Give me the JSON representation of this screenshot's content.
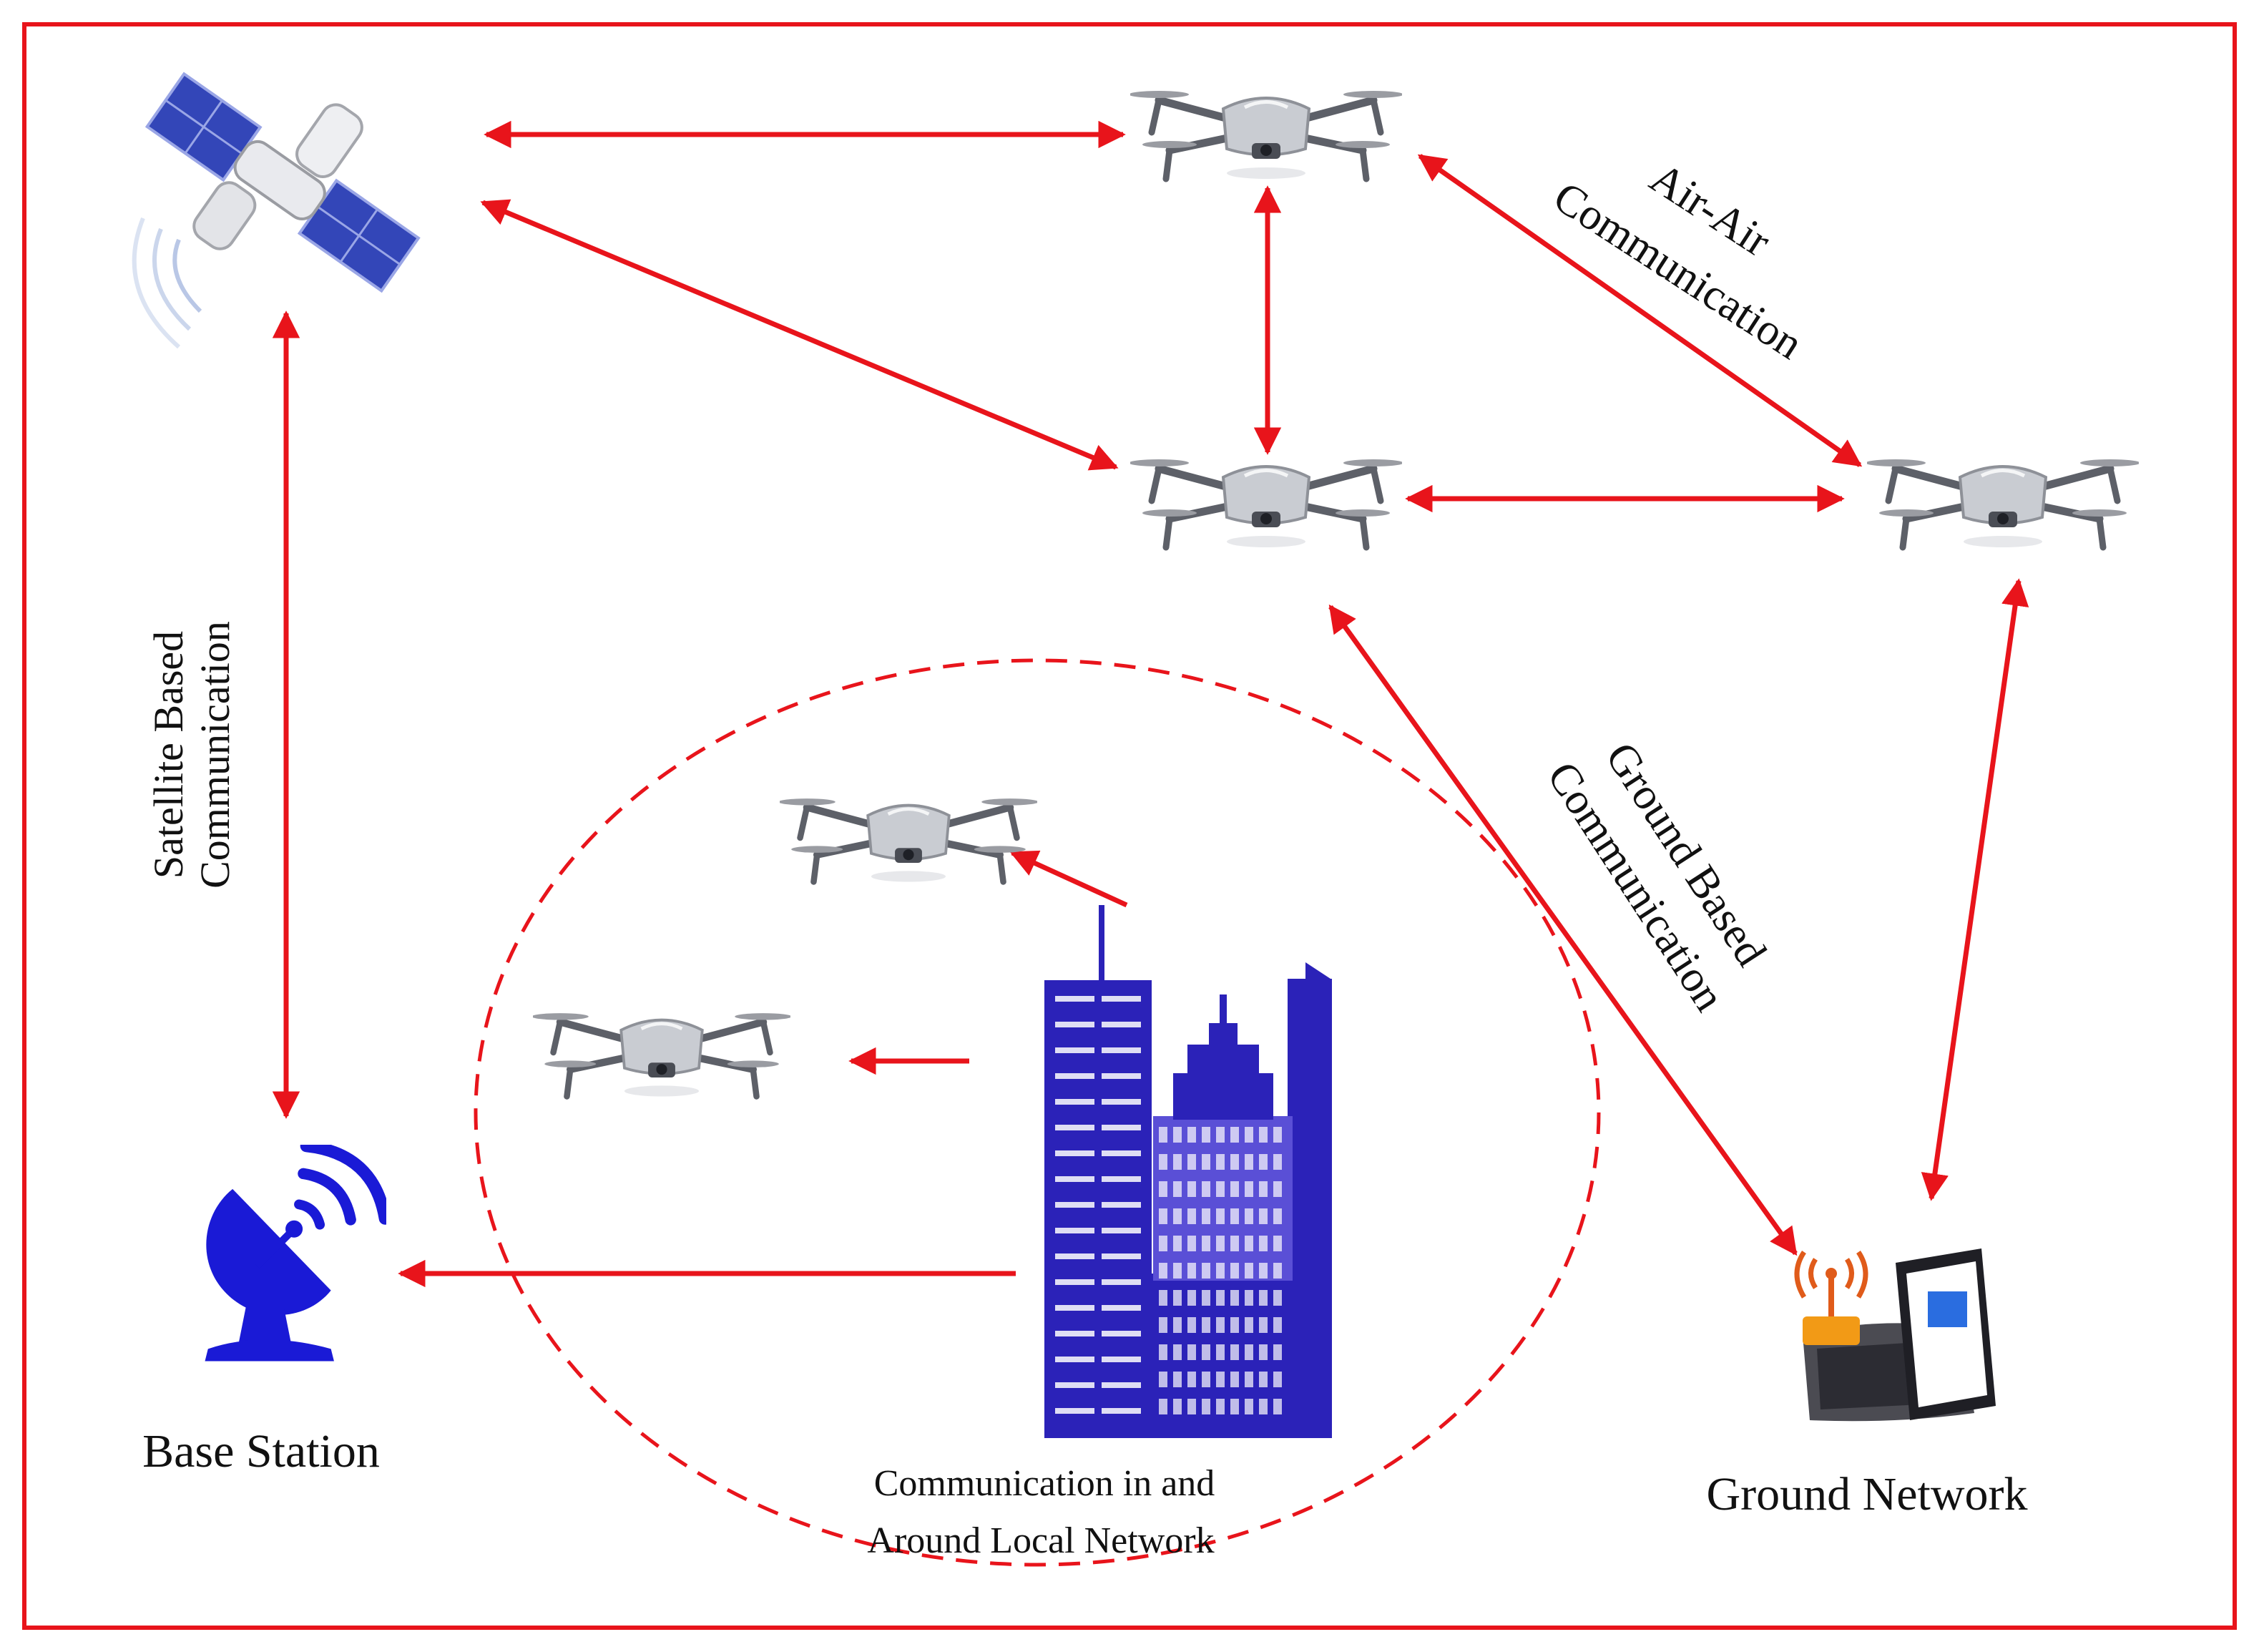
{
  "colors": {
    "link": "#e8141b",
    "frame": "#e8141b",
    "building": "#2b22b8",
    "dish": "#1a1ad6",
    "solar_panel": "#3346b8",
    "drone_body": "#c9ccd2",
    "drone_arm": "#5d6068"
  },
  "labels": {
    "air_air_line1": "Air-Air",
    "air_air_line2": "Communication",
    "satellite_line1": "Satellite Based",
    "satellite_line2": "Communication",
    "ground_line1": "Ground Based",
    "ground_line2": "Communication",
    "base_station": "Base Station",
    "ground_network": "Ground Network",
    "local_line1": "Communication in and",
    "local_line2": "Around Local Network"
  },
  "nodes": [
    {
      "id": "satellite",
      "icon": "satellite-icon"
    },
    {
      "id": "drone-top",
      "icon": "drone-icon"
    },
    {
      "id": "drone-middle",
      "icon": "drone-icon"
    },
    {
      "id": "drone-right",
      "icon": "drone-icon"
    },
    {
      "id": "drone-local-1",
      "icon": "drone-icon"
    },
    {
      "id": "drone-local-2",
      "icon": "drone-icon"
    },
    {
      "id": "base-station",
      "icon": "satellite-dish-icon"
    },
    {
      "id": "ground-network",
      "icon": "laptop-wifi-icon"
    },
    {
      "id": "local-buildings",
      "icon": "skyscraper-icon"
    }
  ],
  "links": [
    {
      "from": "satellite",
      "to": "drone-top",
      "direction": "both"
    },
    {
      "from": "satellite",
      "to": "drone-middle",
      "direction": "both"
    },
    {
      "from": "satellite",
      "to": "base-station",
      "direction": "both"
    },
    {
      "from": "drone-top",
      "to": "drone-middle",
      "direction": "both"
    },
    {
      "from": "drone-top",
      "to": "drone-right",
      "direction": "both"
    },
    {
      "from": "drone-middle",
      "to": "drone-right",
      "direction": "both"
    },
    {
      "from": "drone-middle",
      "to": "ground-network",
      "direction": "both"
    },
    {
      "from": "drone-right",
      "to": "ground-network",
      "direction": "both"
    },
    {
      "from": "local-buildings",
      "to": "drone-local-1",
      "direction": "forward"
    },
    {
      "from": "local-buildings",
      "to": "drone-local-2",
      "direction": "forward"
    },
    {
      "from": "local-buildings",
      "to": "base-station",
      "direction": "forward"
    }
  ]
}
